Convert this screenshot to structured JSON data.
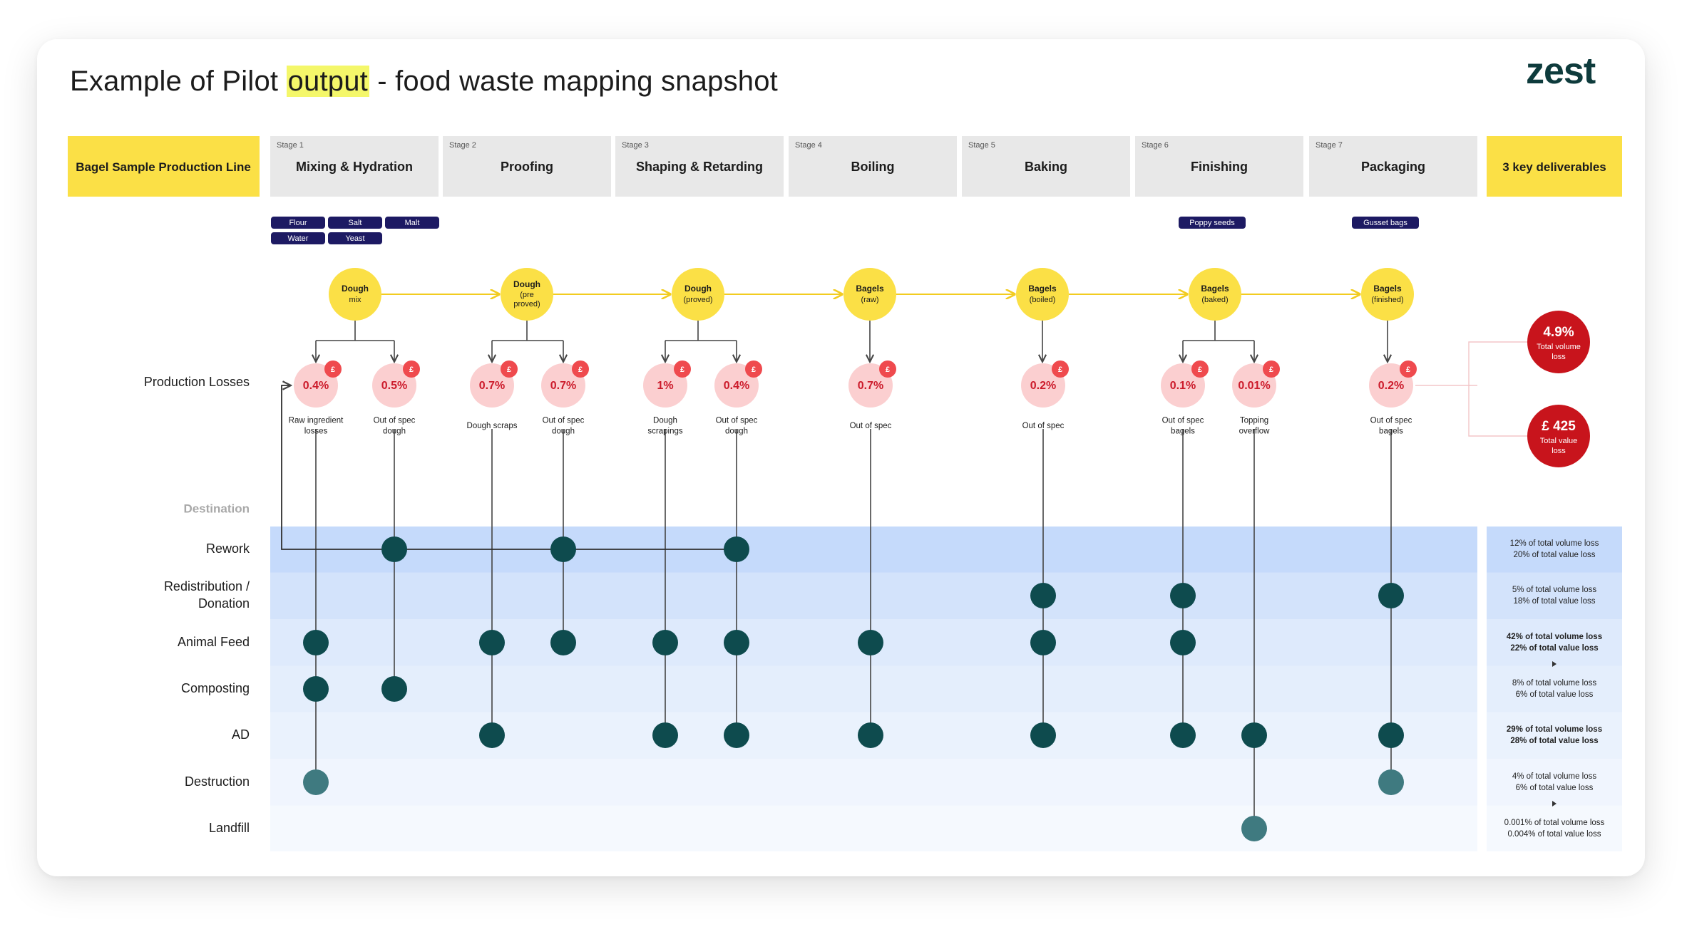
{
  "title": {
    "pre": "Example of Pilot ",
    "highlight": "output",
    "post": " - food waste mapping snapshot"
  },
  "logo": "zest",
  "colors": {
    "yellow": "#fbe046",
    "grey": "#e8e8e8",
    "navy": "#1d1a63",
    "teal": "#0e4b4e",
    "teal_light": "#3f7a80",
    "loss_pink": "#fbcfd0",
    "loss_text": "#cc1b2b",
    "badge_red": "#ef4a4e",
    "dark_red": "#c8141c",
    "band_blue": "#c5dafb"
  },
  "line_label": "Bagel Sample Production Line",
  "deliverables_label": "3 key deliverables",
  "stages": [
    {
      "num": "Stage 1",
      "name": "Mixing & Hydration"
    },
    {
      "num": "Stage 2",
      "name": "Proofing"
    },
    {
      "num": "Stage 3",
      "name": "Shaping & Retarding"
    },
    {
      "num": "Stage 4",
      "name": "Boiling"
    },
    {
      "num": "Stage 5",
      "name": "Baking"
    },
    {
      "num": "Stage 6",
      "name": "Finishing"
    },
    {
      "num": "Stage 7",
      "name": "Packaging"
    }
  ],
  "ingredients": [
    {
      "label": "Flour",
      "stage": 1
    },
    {
      "label": "Salt",
      "stage": 1
    },
    {
      "label": "Malt",
      "stage": 1
    },
    {
      "label": "Water",
      "stage": 1
    },
    {
      "label": "Yeast",
      "stage": 1
    },
    {
      "label": "Poppy seeds",
      "stage": 6
    },
    {
      "label": "Gusset bags",
      "stage": 7
    }
  ],
  "products": [
    {
      "name": "Dough",
      "sub": "mix"
    },
    {
      "name": "Dough",
      "sub": "(pre|proved)"
    },
    {
      "name": "Dough",
      "sub": "(proved)"
    },
    {
      "name": "Bagels",
      "sub": "(raw)"
    },
    {
      "name": "Bagels",
      "sub": "(boiled)"
    },
    {
      "name": "Bagels",
      "sub": "(baked)"
    },
    {
      "name": "Bagels",
      "sub": "(finished)"
    }
  ],
  "badge_symbol": "£",
  "production_losses_label": "Production Losses",
  "destination_label": "Destination",
  "destinations": [
    "Rework",
    "Redistribution /|Donation",
    "Animal Feed",
    "Composting",
    "AD",
    "Destruction",
    "Landfill"
  ],
  "losses": [
    {
      "stage": 1,
      "pct": "0.4%",
      "label": "Raw ingredient|losses",
      "dest": [
        2,
        3,
        5
      ],
      "to_rework": true
    },
    {
      "stage": 1,
      "pct": "0.5%",
      "label": "Out of spec|dough",
      "dest": [
        0,
        3
      ]
    },
    {
      "stage": 2,
      "pct": "0.7%",
      "label": "Dough scraps",
      "dest": [
        2,
        4
      ]
    },
    {
      "stage": 2,
      "pct": "0.7%",
      "label": "Out of spec|dough",
      "dest": [
        0,
        2
      ]
    },
    {
      "stage": 3,
      "pct": "1%",
      "label": "Dough|scrapings",
      "dest": [
        2,
        4
      ]
    },
    {
      "stage": 3,
      "pct": "0.4%",
      "label": "Out of spec|dough",
      "dest": [
        0,
        2,
        4
      ]
    },
    {
      "stage": 4,
      "pct": "0.7%",
      "label": "Out of spec",
      "dest": [
        2,
        4
      ]
    },
    {
      "stage": 5,
      "pct": "0.2%",
      "label": "Out of spec",
      "dest": [
        1,
        2,
        4
      ]
    },
    {
      "stage": 6,
      "pct": "0.1%",
      "label": "Out of spec|bagels",
      "dest": [
        1,
        2,
        4
      ]
    },
    {
      "stage": 6,
      "pct": "0.01%",
      "label": "Topping|overflow",
      "dest": [
        4,
        6
      ]
    },
    {
      "stage": 7,
      "pct": "0.2%",
      "label": "Out of spec|bagels",
      "dest": [
        1,
        4,
        5
      ]
    }
  ],
  "totals": [
    {
      "value": "4.9%",
      "label": "Total volume|loss"
    },
    {
      "value": "£ 425",
      "label": "Total value|loss"
    }
  ],
  "summaries": [
    {
      "lines": [
        "12% of total volume loss",
        "20% of total value loss"
      ],
      "bold": false
    },
    {
      "lines": [
        "5% of total volume loss",
        "18% of total value loss"
      ],
      "bold": false
    },
    {
      "lines": [
        "42% of total volume loss",
        "22% of total value loss"
      ],
      "bold": true
    },
    {
      "lines": [
        "8% of total volume loss",
        "6% of total value loss"
      ],
      "bold": false
    },
    {
      "lines": [
        "29% of total volume loss",
        "28% of total value loss"
      ],
      "bold": true
    },
    {
      "lines": [
        "4% of total volume loss",
        "6% of total value loss"
      ],
      "bold": false
    },
    {
      "lines": [
        "0.001% of total volume loss",
        "0.004% of total value loss"
      ],
      "bold": false
    }
  ]
}
